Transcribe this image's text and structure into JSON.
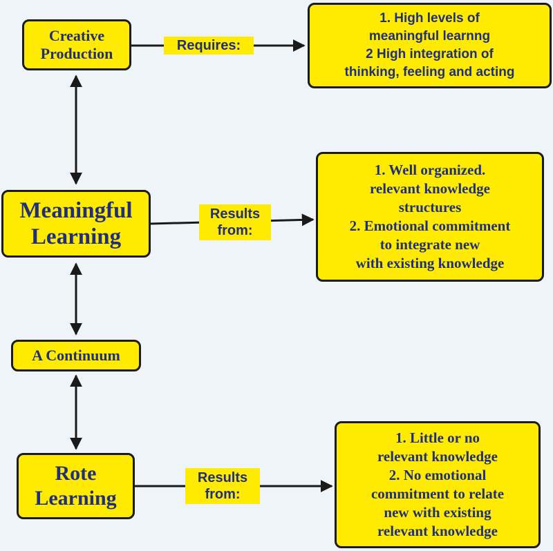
{
  "nodes": {
    "creative_production": "Creative\nProduction",
    "meaningful_learning": "Meaningful\nLearning",
    "continuum": "A Continuum",
    "rote_learning": "Rote\nLearning"
  },
  "links": {
    "requires": "Requires:",
    "results_from_meaningful": "Results\nfrom:",
    "results_from_rote": "Results\nfrom:"
  },
  "details": {
    "creative": "1. High levels of\nmeaningful learnng\n2 High integration of\nthinking, feeling and acting",
    "meaningful": "1. Well organized.\nrelevant  knowledge\nstructures\n2. Emotional commitment\nto integrate new\nwith existing knowledge",
    "rote": "1. Little or no\nrelevant knowledge\n2. No emotional\ncommitment to relate\nnew with existing\nrelevant knowledge"
  },
  "colors": {
    "box_fill": "#ffeb00",
    "text": "#1f2f7c",
    "line": "#1a1a1a",
    "background": "#eef4f7"
  }
}
